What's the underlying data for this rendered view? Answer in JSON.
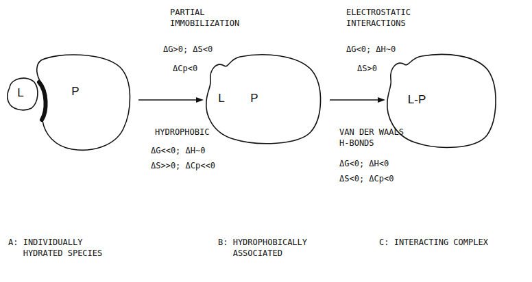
{
  "diagram": {
    "nodes": [
      {
        "text": [
          "L"
        ]
      },
      {
        "text": [
          "P"
        ]
      },
      {
        "text": [
          "L",
          "P"
        ]
      },
      {
        "text": [
          "L-P"
        ]
      }
    ],
    "edges": [
      {
        "from": 1,
        "to": 2,
        "arrow": "to"
      },
      {
        "from": 2,
        "to": 3,
        "arrow": "to"
      }
    ],
    "labels": [
      "PARTIAL IMMOBILIZATION",
      "ΔG>0; ΔS<0",
      "ΔCp<0",
      "HYDROPHOBIC",
      "ΔG<<0; ΔH~0",
      "ΔS>>0; ΔCp<<0",
      "ELECTROSTATIC INTERACTIONS",
      "ΔG<0; ΔH~0",
      "ΔS>0",
      "VAN DER WAALS H-BONDS",
      "ΔG<0; ΔH<0",
      "ΔS<0; ΔCp<0",
      "A: INDIVIDUALLY HYDRATED SPECIES",
      "B: HYDROPHOBICALLY ASSOCIATED",
      "C: INTERACTING COMPLEX"
    ]
  }
}
